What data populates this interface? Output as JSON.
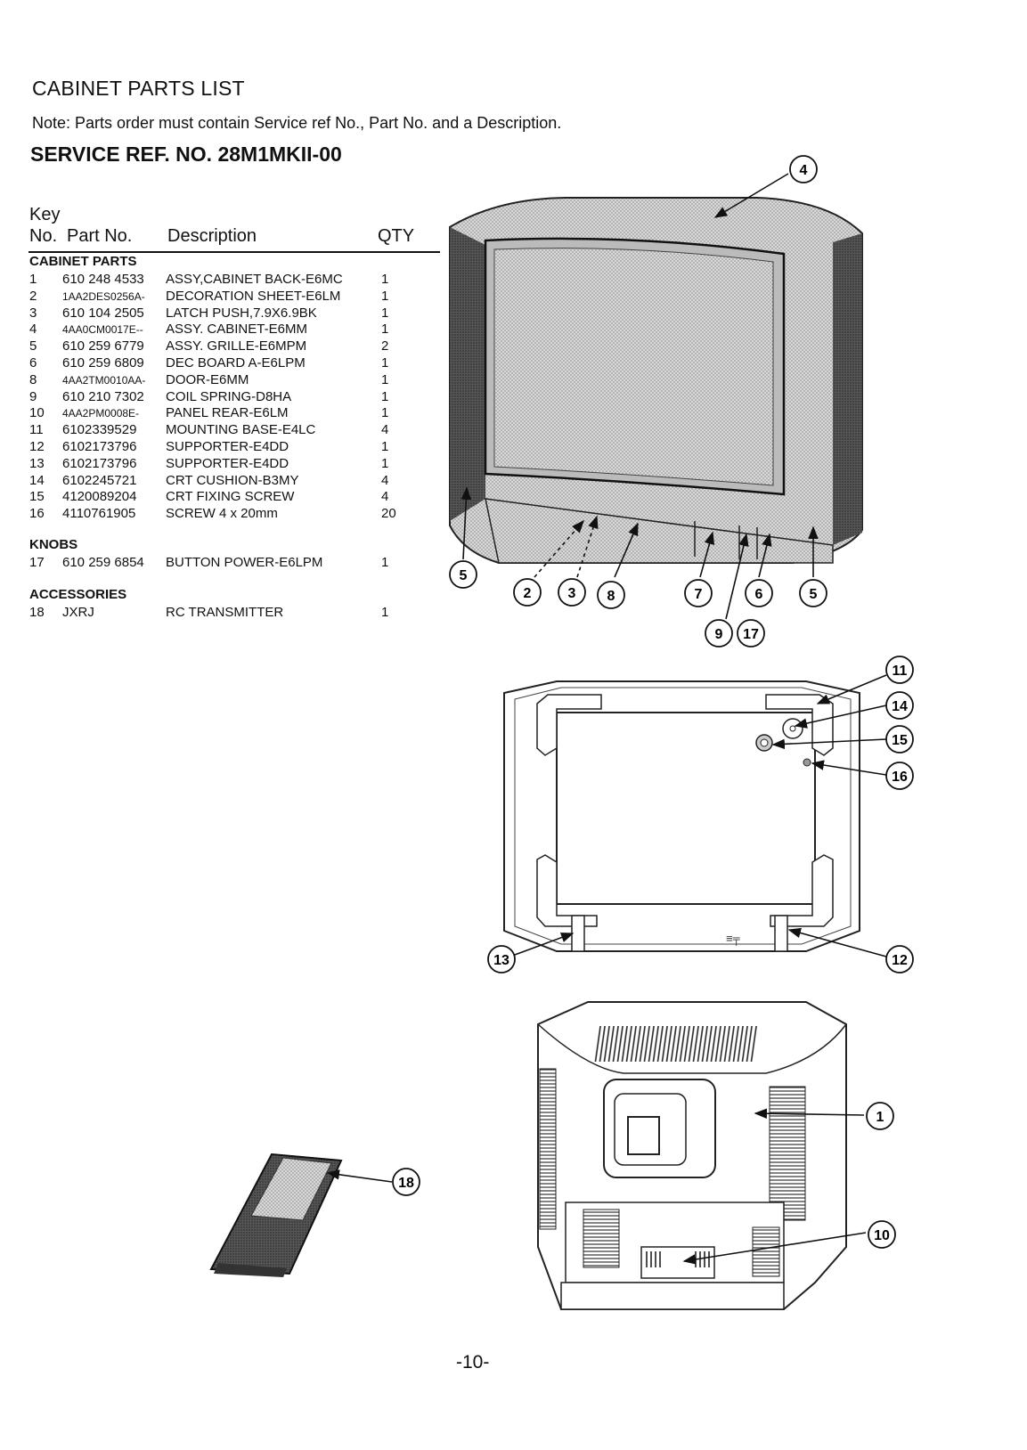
{
  "heading": "CABINET PARTS LIST",
  "note": "Note: Parts order must contain Service ref No., Part No. and a Description.",
  "service_ref": "SERVICE REF. NO. 28M1MKII-00",
  "columns": {
    "key_line1": "Key",
    "key_line2": "No.",
    "part_no": "Part No.",
    "description": "Description",
    "qty": "QTY"
  },
  "sections": [
    {
      "title": "CABINET PARTS",
      "rows": [
        {
          "key": "1",
          "part": "610 248 4533",
          "desc": "ASSY,CABINET BACK-E6MC",
          "qty": "1"
        },
        {
          "key": "2",
          "part": "1AA2DES0256A-",
          "desc": "DECORATION SHEET-E6LM",
          "qty": "1"
        },
        {
          "key": "3",
          "part": "610 104 2505",
          "desc": "LATCH PUSH,7.9X6.9BK",
          "qty": "1"
        },
        {
          "key": "4",
          "part": "4AA0CM0017E--",
          "desc": "ASSY. CABINET-E6MM",
          "qty": "1"
        },
        {
          "key": "5",
          "part": "610 259 6779",
          "desc": "ASSY. GRILLE-E6MPM",
          "qty": "2"
        },
        {
          "key": "6",
          "part": "610 259 6809",
          "desc": "DEC BOARD A-E6LPM",
          "qty": "1"
        },
        {
          "key": "8",
          "part": "4AA2TM0010AA-",
          "desc": "DOOR-E6MM",
          "qty": "1"
        },
        {
          "key": "9",
          "part": "610 210 7302",
          "desc": "COIL SPRING-D8HA",
          "qty": "1"
        },
        {
          "key": "10",
          "part": "4AA2PM0008E-",
          "desc": "PANEL REAR-E6LM",
          "qty": "1"
        },
        {
          "key": "11",
          "part": "6102339529",
          "desc": "MOUNTING BASE-E4LC",
          "qty": "4"
        },
        {
          "key": "12",
          "part": "6102173796",
          "desc": "SUPPORTER-E4DD",
          "qty": "1"
        },
        {
          "key": "13",
          "part": "6102173796",
          "desc": "SUPPORTER-E4DD",
          "qty": "1"
        },
        {
          "key": "14",
          "part": "6102245721",
          "desc": "CRT CUSHION-B3MY",
          "qty": "4"
        },
        {
          "key": "15",
          "part": "4120089204",
          "desc": "CRT FIXING SCREW",
          "qty": "4"
        },
        {
          "key": "16",
          "part": "4110761905",
          "desc": "SCREW 4 x 20mm",
          "qty": "20"
        }
      ]
    },
    {
      "title": "KNOBS",
      "rows": [
        {
          "key": "17",
          "part": "610 259 6854",
          "desc": "BUTTON POWER-E6LPM",
          "qty": "1"
        }
      ]
    },
    {
      "title": "ACCESSORIES",
      "rows": [
        {
          "key": "18",
          "part": "JXRJ",
          "desc": "RC TRANSMITTER",
          "qty": "1"
        }
      ]
    }
  ],
  "callouts": [
    "4",
    "5",
    "2",
    "3",
    "8",
    "7",
    "6",
    "5",
    "9",
    "17",
    "11",
    "14",
    "15",
    "16",
    "13",
    "12",
    "1",
    "10",
    "18"
  ],
  "page_number": "-10-"
}
